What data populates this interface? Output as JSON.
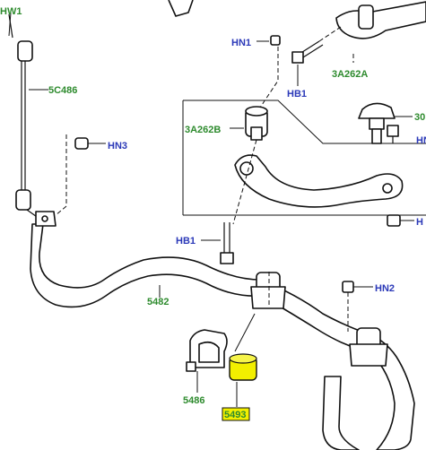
{
  "labels": {
    "hw1": "HW1",
    "c5486": "5C486",
    "hn3": "HN3",
    "hn1": "HN1",
    "hb1_top": "HB1",
    "a3262a": "3A262A",
    "a3262b": "3A262B",
    "c30": "30",
    "hn_right": "HN",
    "hn_mid_right": "H",
    "hb1_bottom": "HB1",
    "p5482": "5482",
    "hn2": "HN2",
    "p5486": "5486",
    "p5493": "5493"
  },
  "colors": {
    "part_number": "#2e8b2e",
    "hardware": "#2b39b8",
    "highlight": "#f2ef00"
  }
}
